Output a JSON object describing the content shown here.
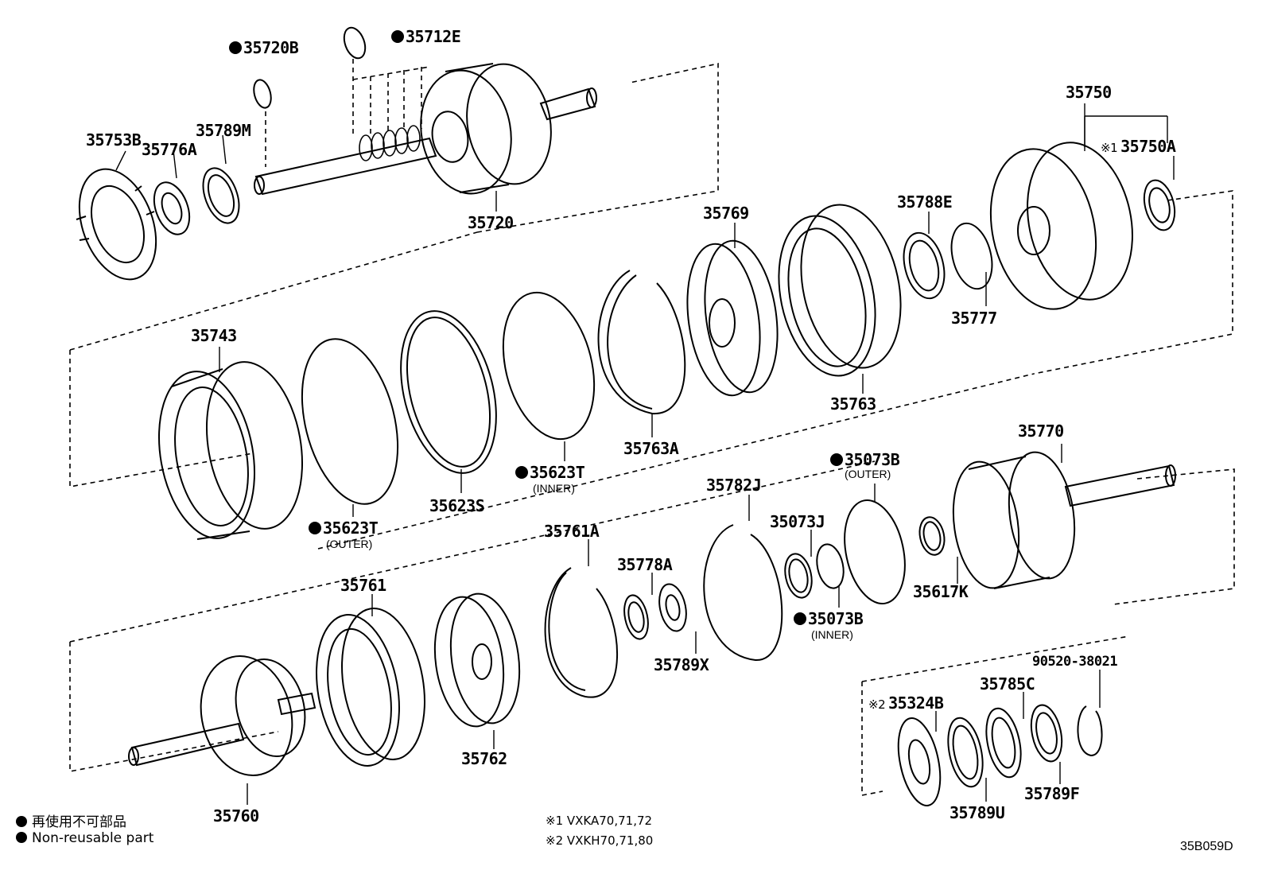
{
  "parts": {
    "p35720B": "35720B",
    "p35712E": "35712E",
    "p35753B": "35753B",
    "p35776A": "35776A",
    "p35789M": "35789M",
    "p35720": "35720",
    "p35750": "35750",
    "p35750A_ref": "※1",
    "p35750A": "35750A",
    "p35788E": "35788E",
    "p35769": "35769",
    "p35777": "35777",
    "p35743": "35743",
    "p35763": "35763",
    "p35763A": "35763A",
    "p35623T_inner": "35623T",
    "p35623T_inner_sub": "(INNER)",
    "p35623S": "35623S",
    "p35623T_outer": "35623T",
    "p35623T_outer_sub": "(OUTER)",
    "p35770": "35770",
    "p35073B_outer": "35073B",
    "p35073B_outer_sub": "(OUTER)",
    "p35782J": "35782J",
    "p35073J": "35073J",
    "p35761A": "35761A",
    "p35761": "35761",
    "p35778A": "35778A",
    "p35617K": "35617K",
    "p35073B_inner": "35073B",
    "p35073B_inner_sub": "(INNER)",
    "p35789X": "35789X",
    "p90520": "90520-38021",
    "p35785C": "35785C",
    "p35324B_ref": "※2",
    "p35324B": "35324B",
    "p35762": "35762",
    "p35760": "35760",
    "p35789U": "35789U",
    "p35789F": "35789F"
  },
  "legend": {
    "jp": "再使用不可部品",
    "en": "Non-reusable part"
  },
  "notes": {
    "n1": "※1 VXKA70,71,72",
    "n2": "※2 VXKH70,71,80"
  },
  "code": "35B059D"
}
